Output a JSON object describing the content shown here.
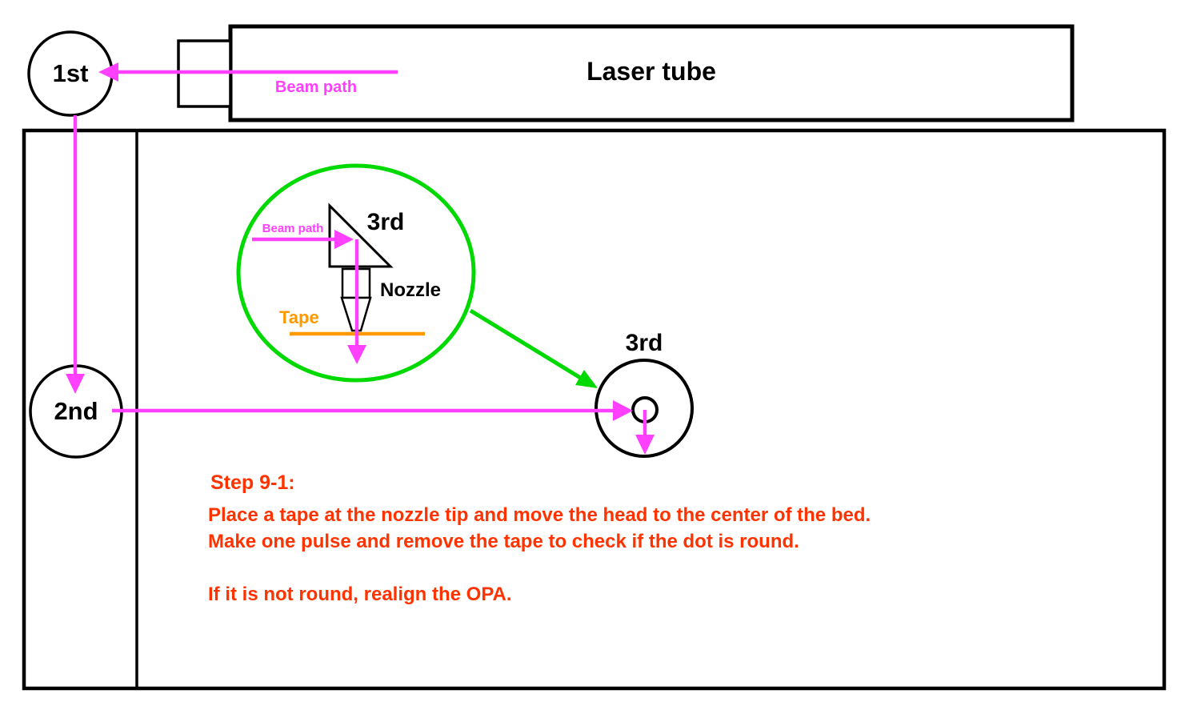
{
  "labels": {
    "mirror1": "1st",
    "mirror2": "2nd",
    "mirror3_zoom": "3rd",
    "mirror3_head": "3rd",
    "laser_tube": "Laser tube",
    "beam_path_top": "Beam path",
    "beam_path_zoom": "Beam path",
    "nozzle": "Nozzle",
    "tape": "Tape"
  },
  "instructions": {
    "title": "Step 9-1:",
    "line1": "Place a tape at the nozzle tip and move the head to the center of the bed.",
    "line2": "Make one pulse and remove the tape to check if the dot is round.",
    "line3": "If it is not round, realign the OPA."
  },
  "colors": {
    "beam_magenta": "#FF40FF",
    "zoom_green": "#00D900",
    "tape_orange": "#FF9900",
    "instruction_red": "#FF3300",
    "outline_black": "#000000"
  }
}
